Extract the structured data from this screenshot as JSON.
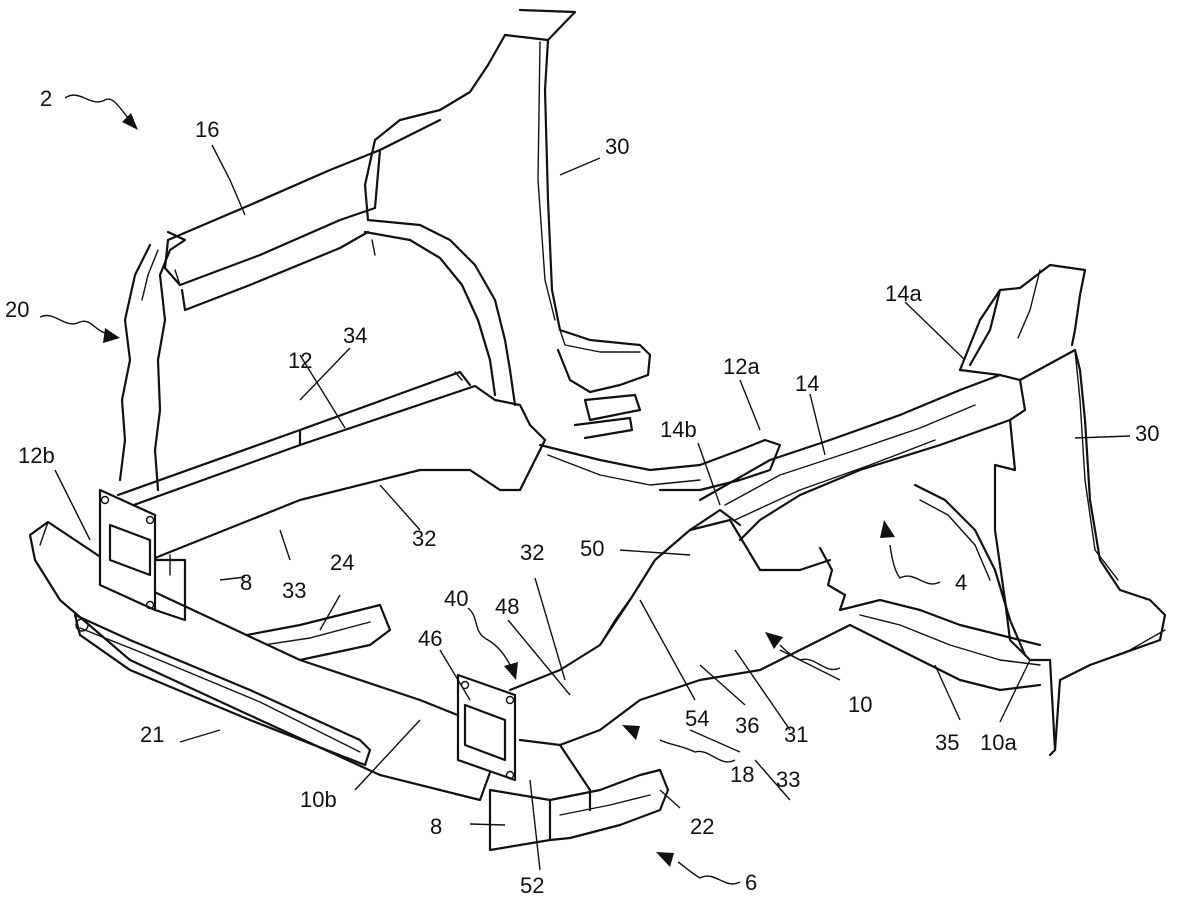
{
  "figure": {
    "labels": {
      "l2": "2",
      "l16": "16",
      "l30a": "30",
      "l20": "20",
      "l34": "34",
      "l12": "12",
      "l12a": "12a",
      "l14a": "14a",
      "l14": "14",
      "l30b": "30",
      "l12b": "12b",
      "l14b": "14b",
      "l32a": "32",
      "l50": "50",
      "l8a": "8",
      "l33a": "33",
      "l24": "24",
      "l32b": "32",
      "l48": "48",
      "l40": "40",
      "l4": "4",
      "l46": "46",
      "l10": "10",
      "l21": "21",
      "l54": "54",
      "l36": "36",
      "l31": "31",
      "l35": "35",
      "l10a": "10a",
      "l18": "18",
      "l33b": "33",
      "l10b": "10b",
      "l22": "22",
      "l8b": "8",
      "l52": "52",
      "l6": "6"
    }
  }
}
